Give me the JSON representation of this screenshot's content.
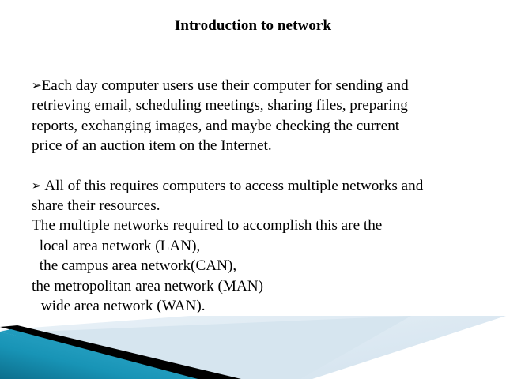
{
  "slide": {
    "title": "Introduction to network",
    "background_color": "#FFFFFF",
    "text_color": "#000000"
  },
  "bullets": [
    {
      "marker": "➢",
      "marker_name": "arrow-bullet",
      "lines": [
        "Each day computer users use their computer for sending and",
        "retrieving email, scheduling meetings, sharing files, preparing",
        "reports, exchanging images, and maybe checking the current",
        "price of an auction item on the Internet."
      ]
    },
    {
      "marker": "➢",
      "marker_name": "arrow-bullet",
      "lines": [
        " All of this requires computers to access multiple networks and",
        "share their resources.",
        "The multiple networks required to accomplish this are the",
        " local area network (LAN),",
        " the campus area network(CAN),",
        "the metropolitan area network (MAN)",
        " wide area network (WAN)."
      ]
    }
  ],
  "footer_graphic": {
    "name": "diagonal-band-decoration",
    "teal_dark": "#0D7593",
    "teal_light": "#2FA9CB",
    "black_stripe": "#000000",
    "light_blue": "#D6E5EF",
    "pale_blue": "#E8F1F7"
  }
}
